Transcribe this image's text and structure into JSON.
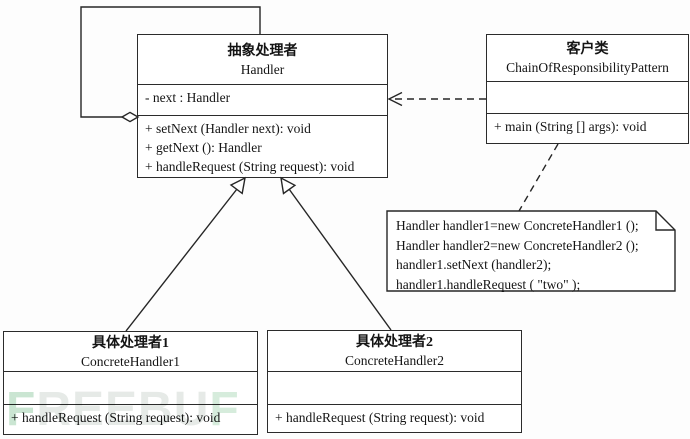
{
  "classes": {
    "handler": {
      "name_zh": "抽象处理者",
      "name_en": "Handler",
      "attributes": [
        "- next : Handler"
      ],
      "methods": [
        "+ setNext (Handler next): void",
        "+ getNext (): Handler",
        "+ handleRequest (String request): void"
      ]
    },
    "client": {
      "name_zh": "客户类",
      "name_en": "ChainOfResponsibilityPattern",
      "attributes": [],
      "methods": [
        "+ main (String [] args): void"
      ]
    },
    "concrete1": {
      "name_zh": "具体处理者1",
      "name_en": "ConcreteHandler1",
      "attributes": [],
      "methods": [
        "+ handleRequest (String request): void"
      ]
    },
    "concrete2": {
      "name_zh": "具体处理者2",
      "name_en": "ConcreteHandler2",
      "attributes": [],
      "methods": [
        "+ handleRequest (String request): void"
      ]
    }
  },
  "note": {
    "lines": [
      "Handler handler1=new ConcreteHandler1 ();",
      "Handler handler2=new ConcreteHandler2 ();",
      "handler1.setNext (handler2);",
      "handler1.handleRequest ( \"two\" );"
    ]
  },
  "watermark": {
    "part1": "F",
    "part2": "REEBU",
    "part3": "F"
  },
  "colors": {
    "line": "#262626",
    "background": "#fdfdfd",
    "watermark_green": "#9fcfad",
    "watermark_gray": "#d2d8d4"
  }
}
